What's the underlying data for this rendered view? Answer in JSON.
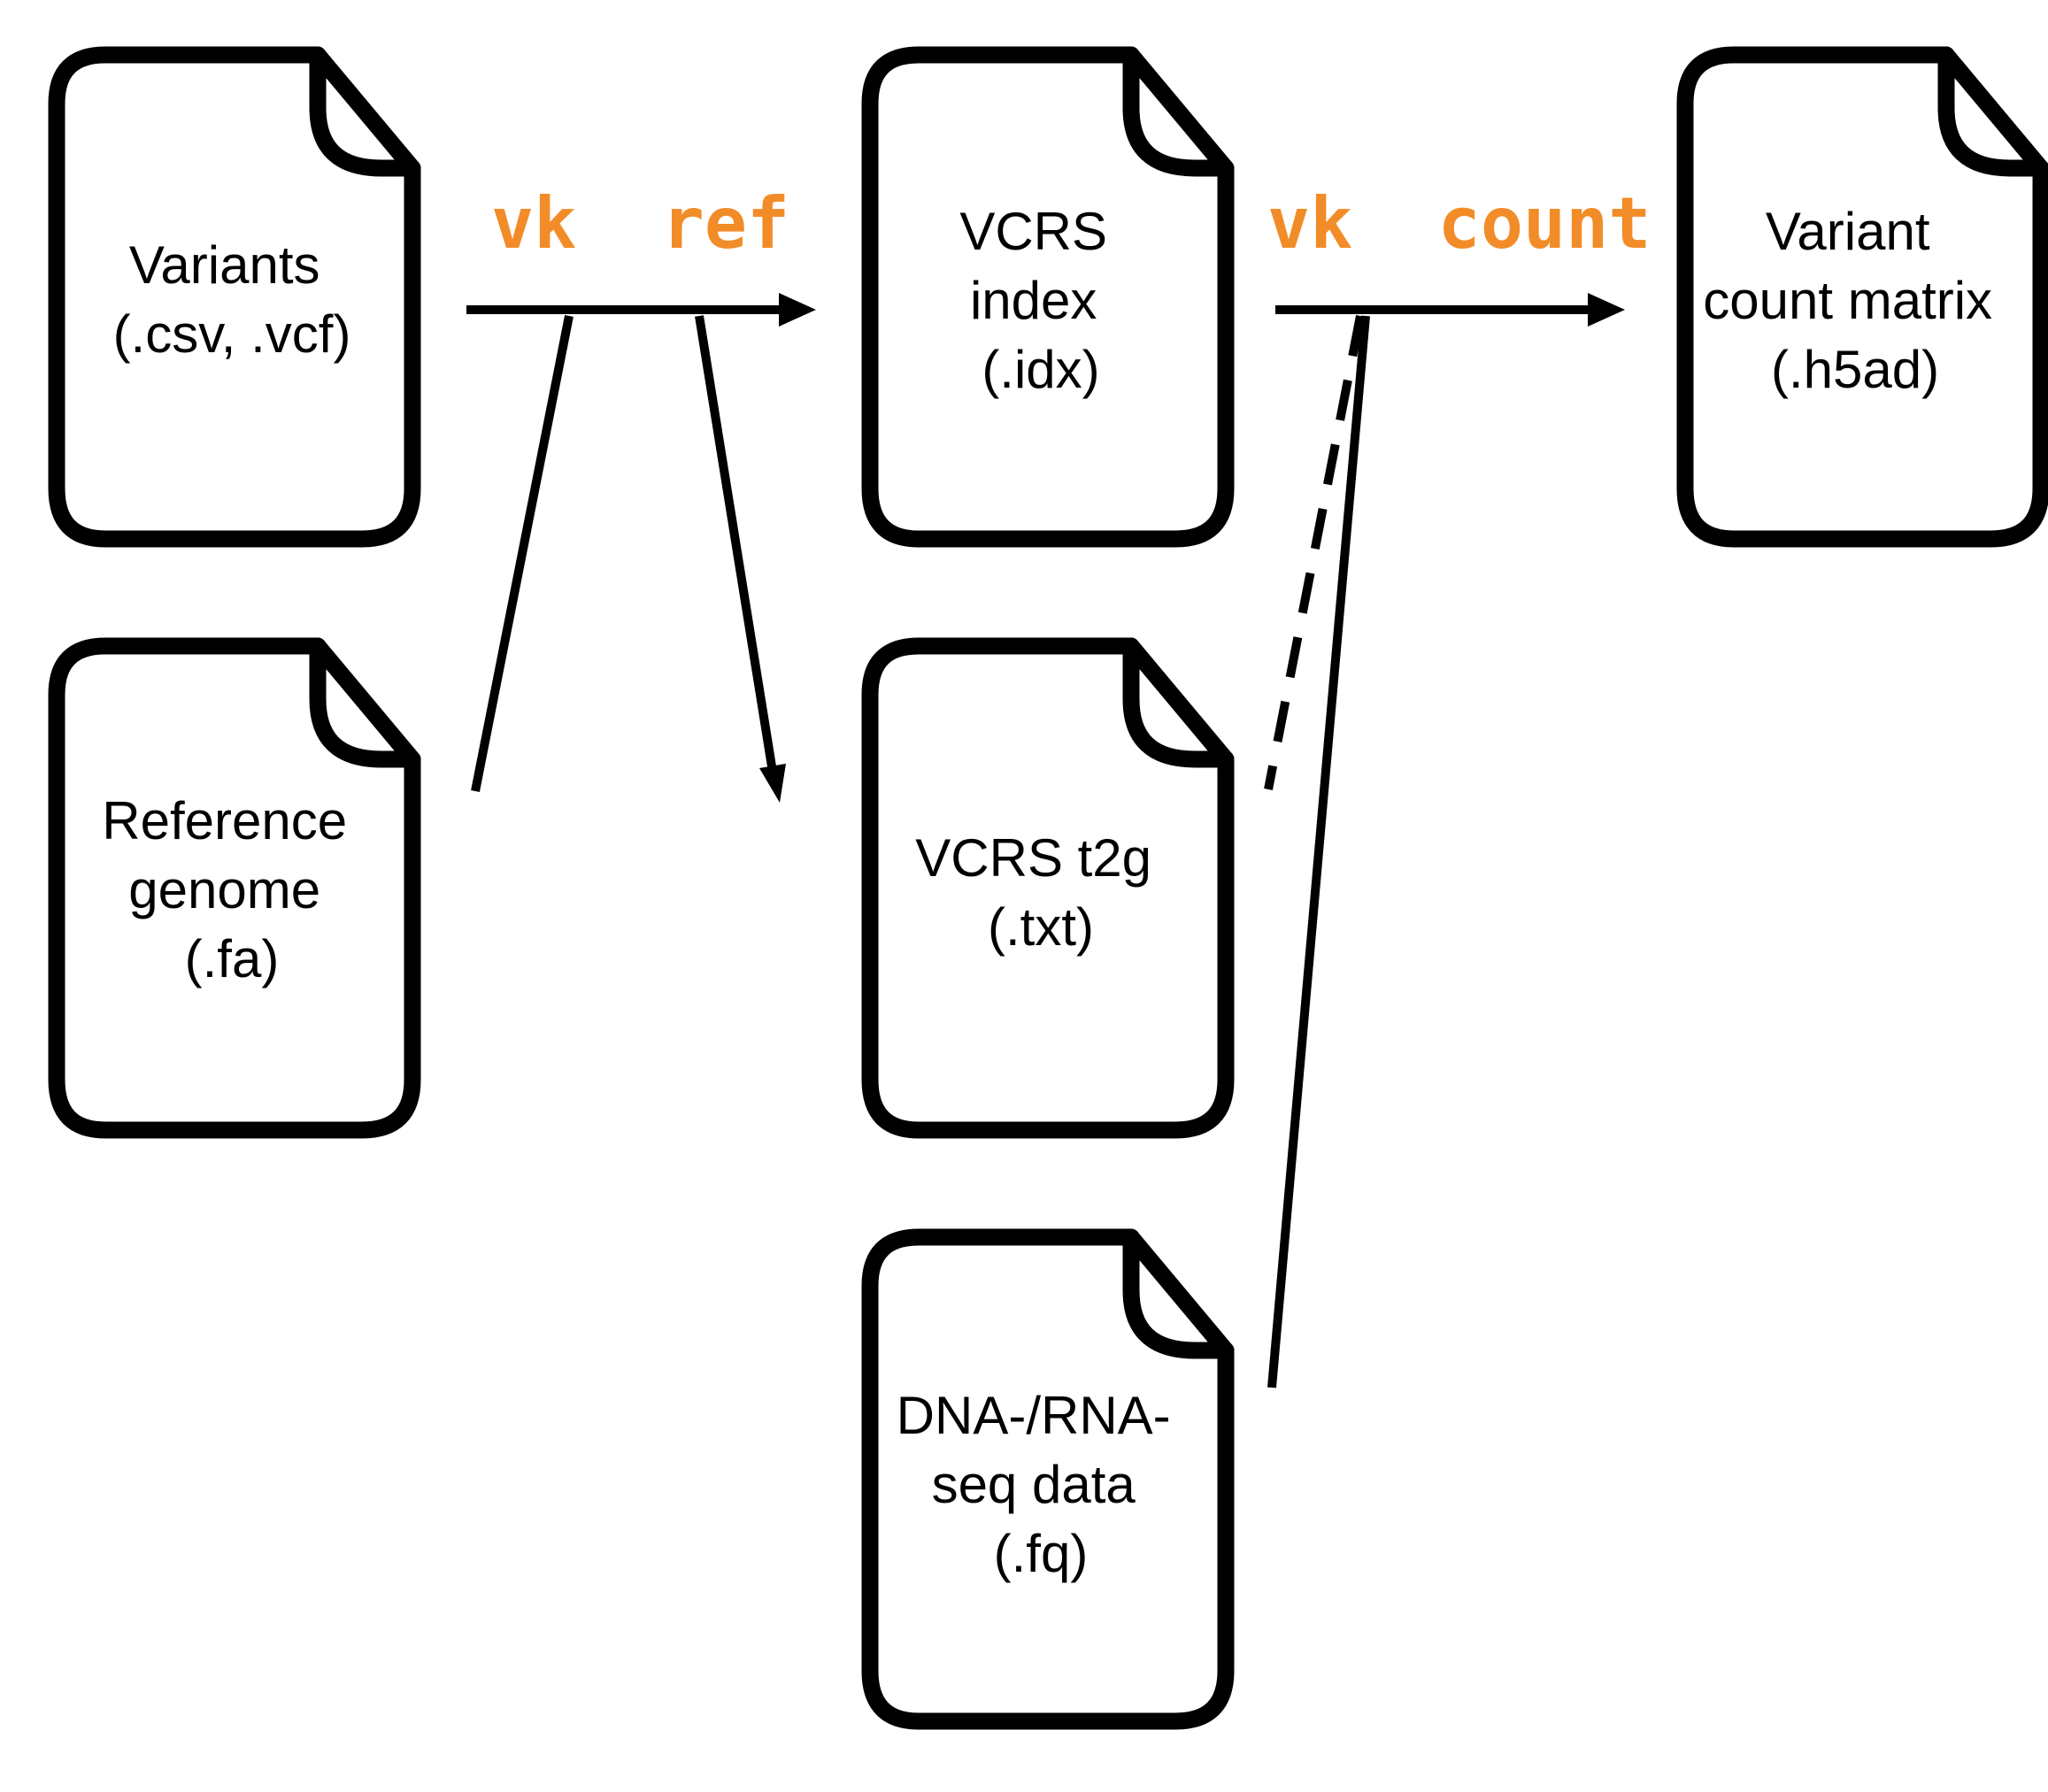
{
  "accent_color": "#f28c28",
  "documents": {
    "variants": {
      "icon": "file-icon",
      "lines": [
        "Variants",
        "(.csv, .vcf)"
      ]
    },
    "reference_genome": {
      "icon": "file-icon",
      "lines": [
        "Reference",
        "genome",
        "(.fa)"
      ]
    },
    "vcrs_index": {
      "icon": "file-icon",
      "lines": [
        "VCRS",
        "index",
        "(.idx)"
      ]
    },
    "vcrs_t2g": {
      "icon": "file-icon",
      "lines": [
        "VCRS t2g",
        "(.txt)"
      ]
    },
    "seq_data": {
      "icon": "file-icon",
      "lines": [
        "DNA-/RNA-",
        "seq data",
        "(.fq)"
      ]
    },
    "count_matrix": {
      "icon": "file-icon",
      "lines": [
        "Variant",
        "count matrix",
        "(.h5ad)"
      ]
    }
  },
  "commands": {
    "ref": "vk  ref",
    "count": "vk  count"
  }
}
